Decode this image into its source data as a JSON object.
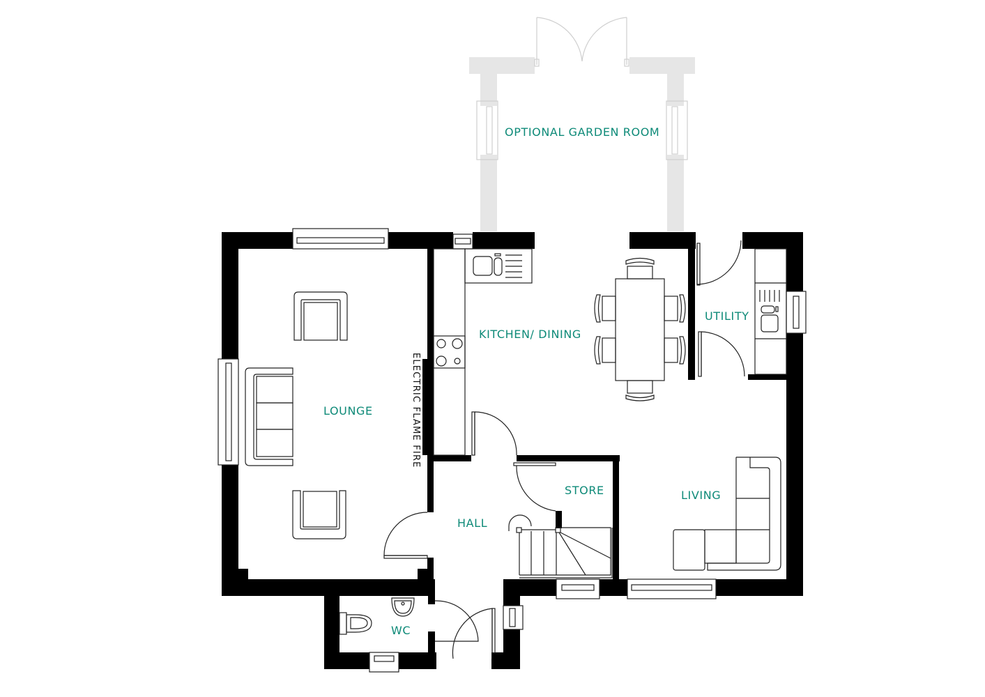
{
  "plan": {
    "type": "ground floor plan",
    "accent_color": "#0e8a78",
    "wall_color": "#000000",
    "optional_wall_color": "#e6e6e6"
  },
  "rooms": {
    "garden_room": "OPTIONAL GARDEN ROOM",
    "kitchen_dining": "KITCHEN/ DINING",
    "utility": "UTILITY",
    "lounge": "LOUNGE",
    "living": "LIVING",
    "store": "STORE",
    "hall": "HALL",
    "wc": "WC"
  },
  "annotations": {
    "fireplace": "ELECTRIC FLAME FIRE"
  },
  "furniture": {
    "lounge": [
      "armchair",
      "three-seat sofa",
      "armchair"
    ],
    "kitchen": [
      "sink and drainer",
      "hob"
    ],
    "dining": [
      "dining table",
      "6 chairs"
    ],
    "utility": [
      "sink and drainer"
    ],
    "living": [
      "corner sofa"
    ],
    "wc": [
      "toilet",
      "basin"
    ],
    "hall": [
      "staircase"
    ]
  }
}
